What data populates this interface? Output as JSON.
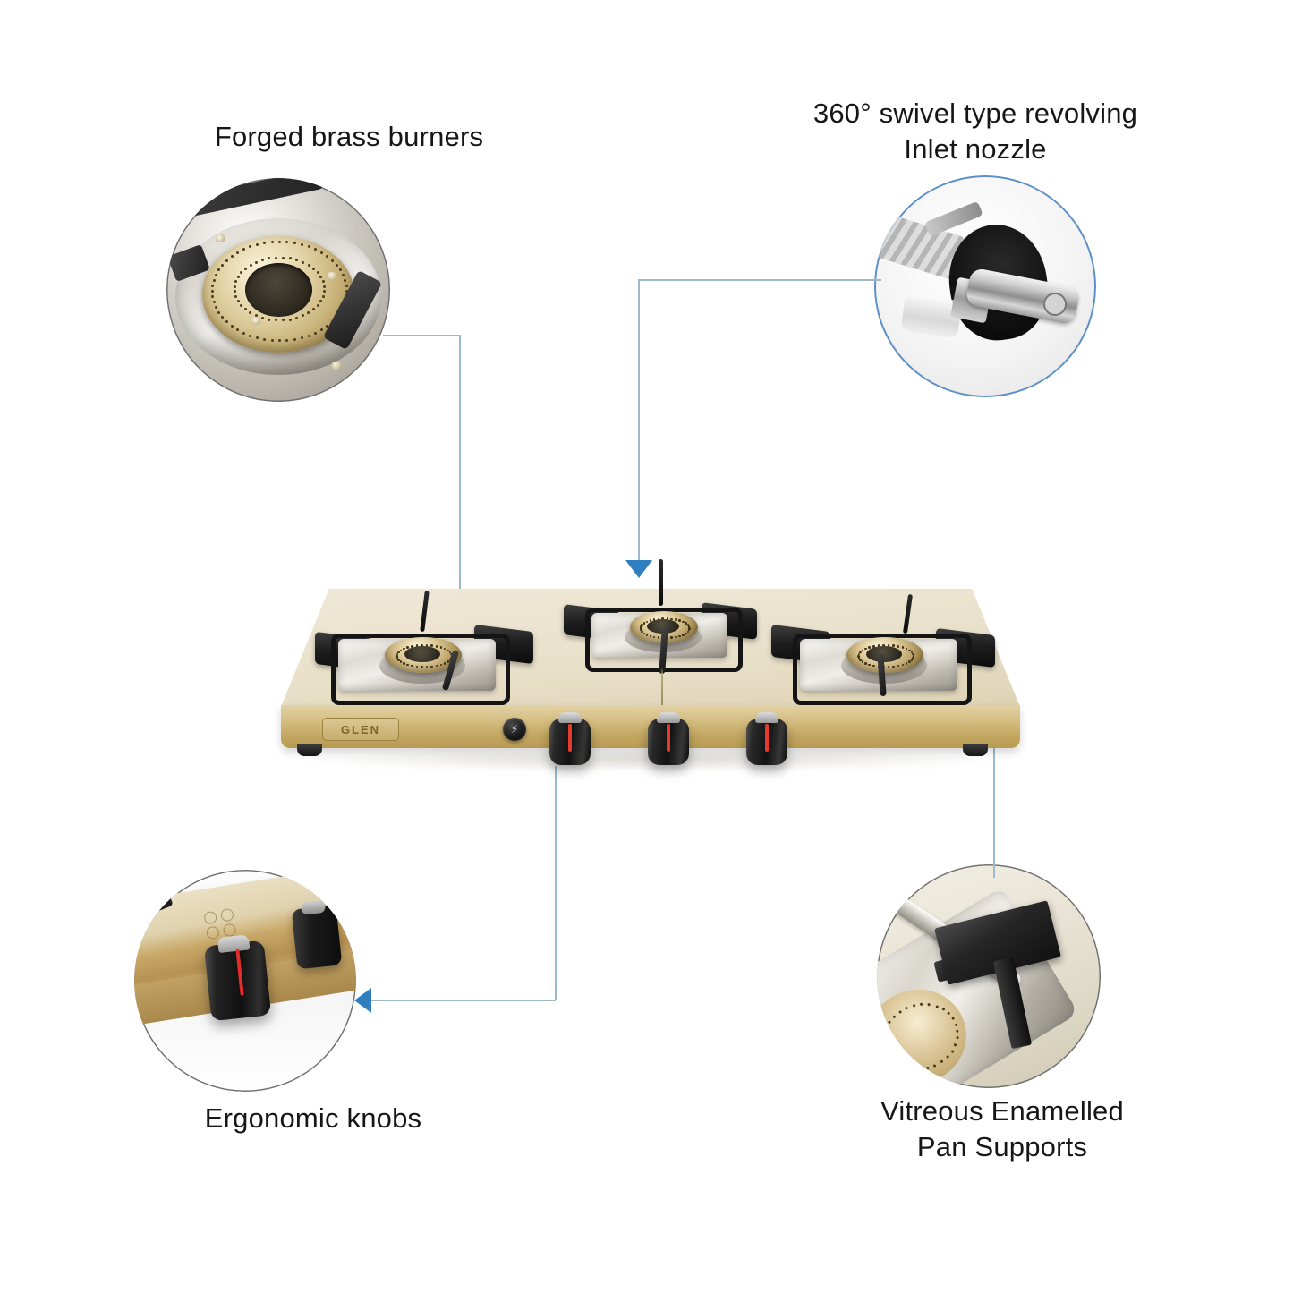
{
  "page": {
    "title": "Glen Gas Stove Feature Infographic",
    "background": "#ffffff"
  },
  "colors": {
    "label_text": "#161616",
    "connector_line": "#9fb9ca",
    "arrow": "#2f7fc0",
    "glass_top": "#ece4d0",
    "front_panel": "#c9a965",
    "brass": "#c8b077",
    "pan_support": "#1a1a1a",
    "knob_mark": "#e53b2e",
    "nozzle_ring": "#5b8fc9",
    "burner_ring": "#6f6f6f"
  },
  "callouts": [
    {
      "id": "forged-brass-burners",
      "label": "Forged brass burners",
      "position": "top-left",
      "image": "brass-burner-closeup",
      "arrow_direction": "down",
      "ring_style": "grey"
    },
    {
      "id": "swivel-inlet-nozzle",
      "label": "360° swivel type revolving\nInlet nozzle",
      "label_line1": "360° swivel type revolving",
      "label_line2": "Inlet nozzle",
      "position": "top-right",
      "image": "swivel-inlet-nozzle-closeup",
      "arrow_direction": "down",
      "ring_style": "blue"
    },
    {
      "id": "ergonomic-knobs",
      "label": "Ergonomic knobs",
      "position": "bottom-left",
      "image": "ergonomic-knob-closeup",
      "arrow_direction": "left",
      "ring_style": "grey"
    },
    {
      "id": "vitreous-enamelled-pan-supports",
      "label": "Vitreous Enamelled\nPan Supports",
      "label_line1": "Vitreous Enamelled",
      "label_line2": "Pan Supports",
      "position": "bottom-right",
      "image": "pan-support-closeup",
      "arrow_direction": "left",
      "ring_style": "grey"
    }
  ],
  "product": {
    "type": "3-burner glass top gas stove",
    "brand": "GLEN",
    "top_finish": "champagne gold tempered glass",
    "burners": [
      {
        "name": "left-burner",
        "material": "forged brass"
      },
      {
        "name": "center-rear-burner",
        "material": "forged brass"
      },
      {
        "name": "right-burner",
        "material": "forged brass"
      }
    ],
    "knobs": [
      {
        "name": "knob-left",
        "indicator_color": "#e53b2e"
      },
      {
        "name": "knob-center",
        "indicator_color": "#e53b2e"
      },
      {
        "name": "knob-right",
        "indicator_color": "#e53b2e"
      }
    ],
    "ignition": {
      "name": "auto-ignition-button",
      "glyph": "⚡"
    }
  }
}
